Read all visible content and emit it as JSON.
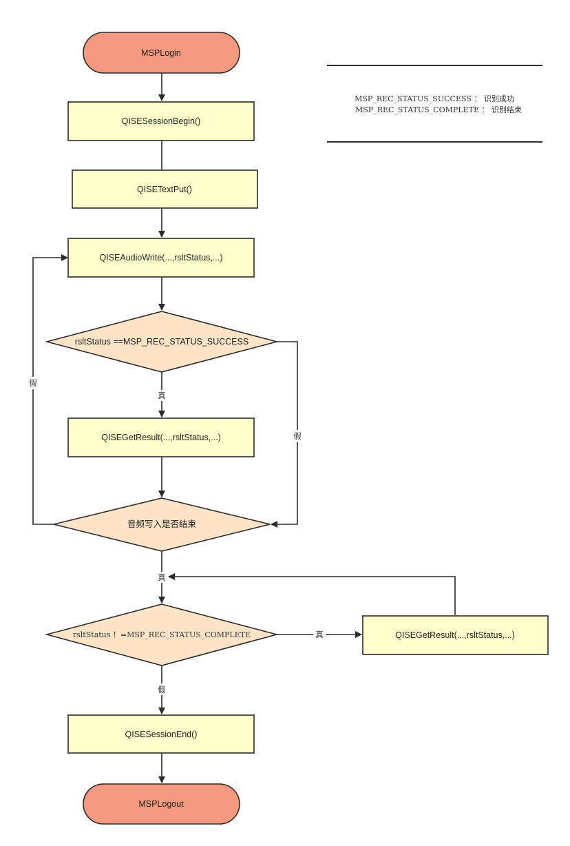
{
  "colors": {
    "terminal_fill": "#f59a7e",
    "process_fill": "#ffffcc",
    "decision_fill": "#ffe4c8",
    "stroke": "#2b2b2b"
  },
  "nodes": {
    "start": "MSPLogin",
    "session_begin": "QISESessionBegin()",
    "text_put": "QISETextPut()",
    "audio_write": "QISEAudioWrite(...,rsltStatus,...)",
    "decision_success": "rsltStatus ==MSP_REC_STATUS_SUCCESS",
    "get_result_1": "QISEGetResult(...,rsltStatus,...)",
    "decision_audio_end": "音频写入是否结束",
    "decision_complete": "rsltStatus ！=MSP_REC_STATUS_COMPLETE",
    "get_result_2": "QISEGetResult(...,rsltStatus,...)",
    "session_end": "QISESessionEnd()",
    "end": "MSPLogout"
  },
  "edge_labels": {
    "success_true": "真",
    "success_false": "假",
    "audio_end_false": "假",
    "audio_end_true": "真",
    "complete_true": "真",
    "complete_false": "假"
  },
  "legend": {
    "line1": "MSP_REC_STATUS_SUCCESS ： 识别成功",
    "line2": "MSP_REC_STATUS_COMPLETE ： 识别结束"
  }
}
